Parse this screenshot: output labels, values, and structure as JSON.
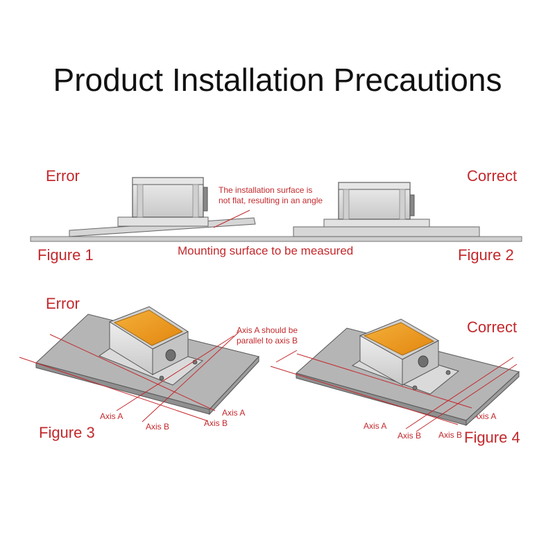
{
  "title": "Product Installation Precautions",
  "labels": {
    "error": "Error",
    "correct": "Correct",
    "figure1": "Figure 1",
    "figure2": "Figure 2",
    "figure3": "Figure 3",
    "figure4": "Figure 4",
    "mounting_surface": "Mounting surface to be measured"
  },
  "notes": {
    "uneven_line1": "The installation surface is",
    "uneven_line2": "not flat, resulting in an angle",
    "parallel_line1": "Axis A should be",
    "parallel_line2": "parallel to axis B"
  },
  "axes": {
    "axis_a": "Axis A",
    "axis_b": "Axis B"
  },
  "colors": {
    "accent_red": "#c3282c",
    "sensor_orange": "#ef9a1a",
    "plate_gray": "#b9b9b9",
    "body_gray": "#d8d8d8",
    "outline": "#555555"
  }
}
